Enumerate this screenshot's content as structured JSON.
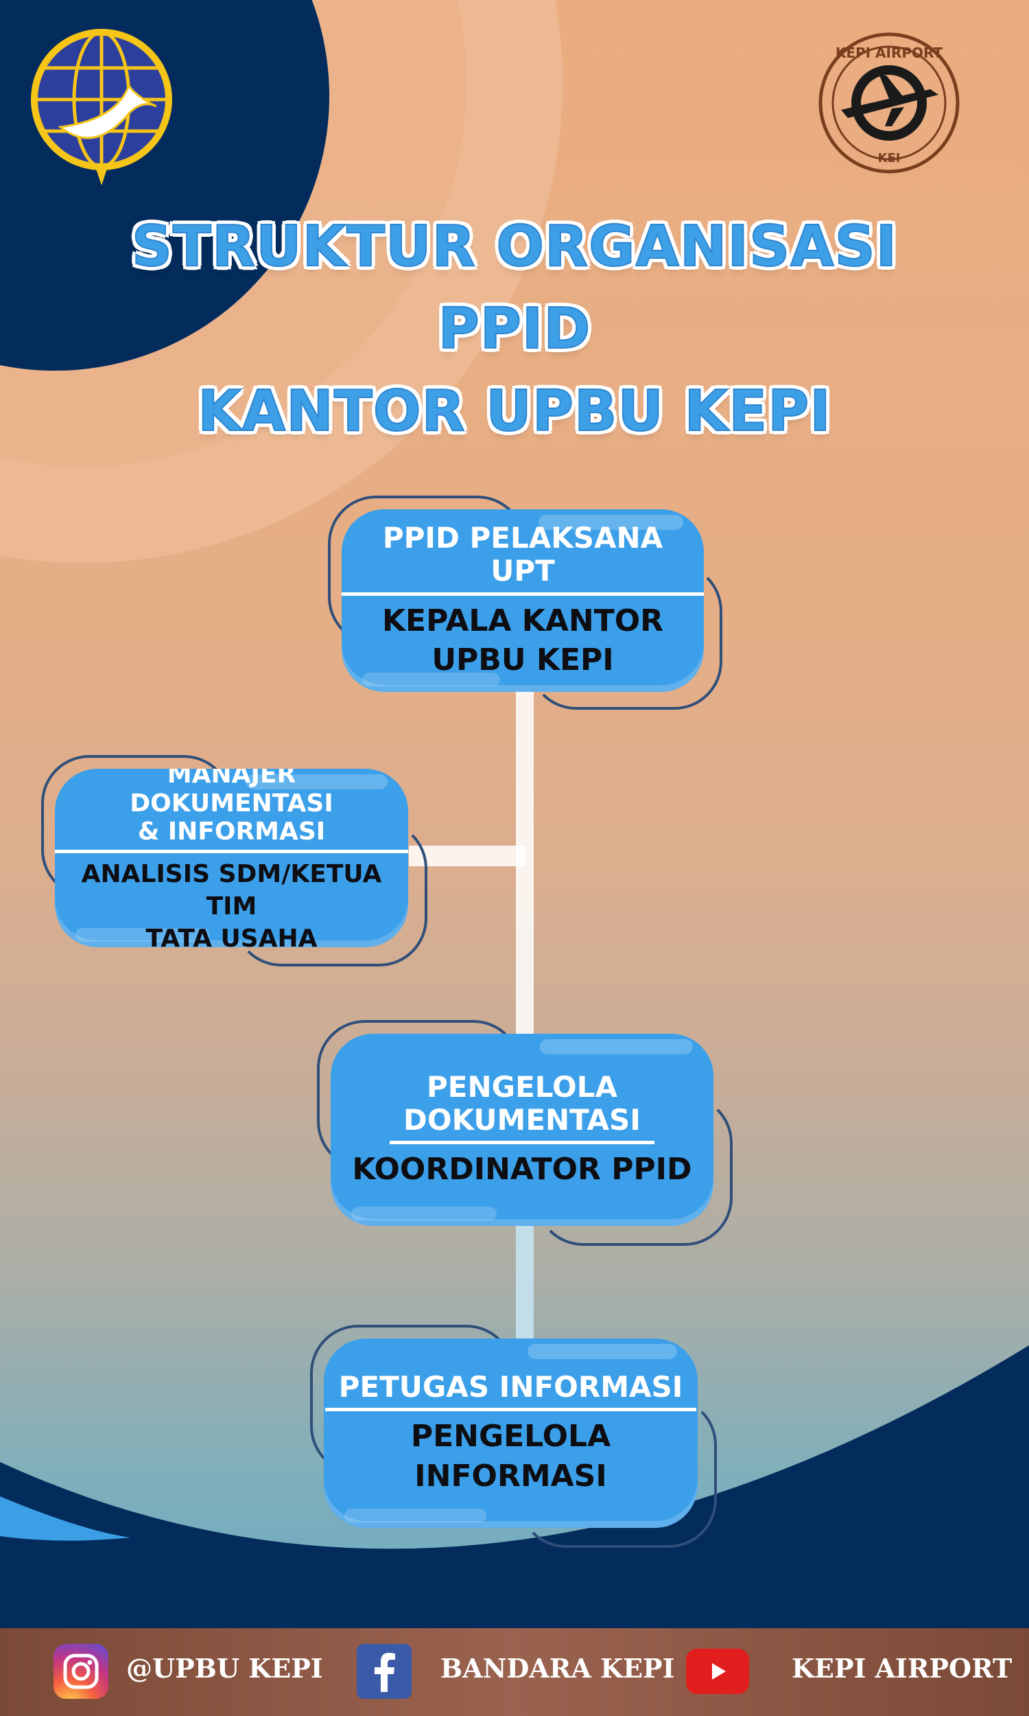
{
  "title": {
    "line1": "STRUKTUR ORGANISASI",
    "line2": "PPID",
    "line3": "KANTOR UPBU KEPI"
  },
  "logo": {
    "seal_text_top": "KEPI AIRPORT",
    "seal_text_bottom": "KEI"
  },
  "nodes": [
    {
      "role": "PPID PELAKSANA UPT",
      "name": [
        "KEPALA KANTOR",
        "UPBU KEPI"
      ]
    },
    {
      "role": [
        "MANAJER DOKUMENTASI",
        "& INFORMASI"
      ],
      "name": [
        "ANALISIS SDM/KETUA TIM",
        "TATA USAHA"
      ]
    },
    {
      "role": [
        "PENGELOLA",
        "DOKUMENTASI"
      ],
      "name": [
        "KOORDINATOR PPID"
      ]
    },
    {
      "role": "PETUGAS INFORMASI",
      "name": [
        "PENGELOLA INFORMASI"
      ]
    }
  ],
  "colors": {
    "node_fill": "#3c9fe9",
    "navy": "#032b5b",
    "footer": "#8b5641"
  },
  "footer": {
    "instagram": {
      "icon": "instagram-icon",
      "label": "@UPBU KEPI"
    },
    "facebook": {
      "icon": "facebook-icon",
      "label": "BANDARA KEPI"
    },
    "youtube": {
      "icon": "youtube-icon",
      "label": "KEPI AIRPORT"
    }
  }
}
